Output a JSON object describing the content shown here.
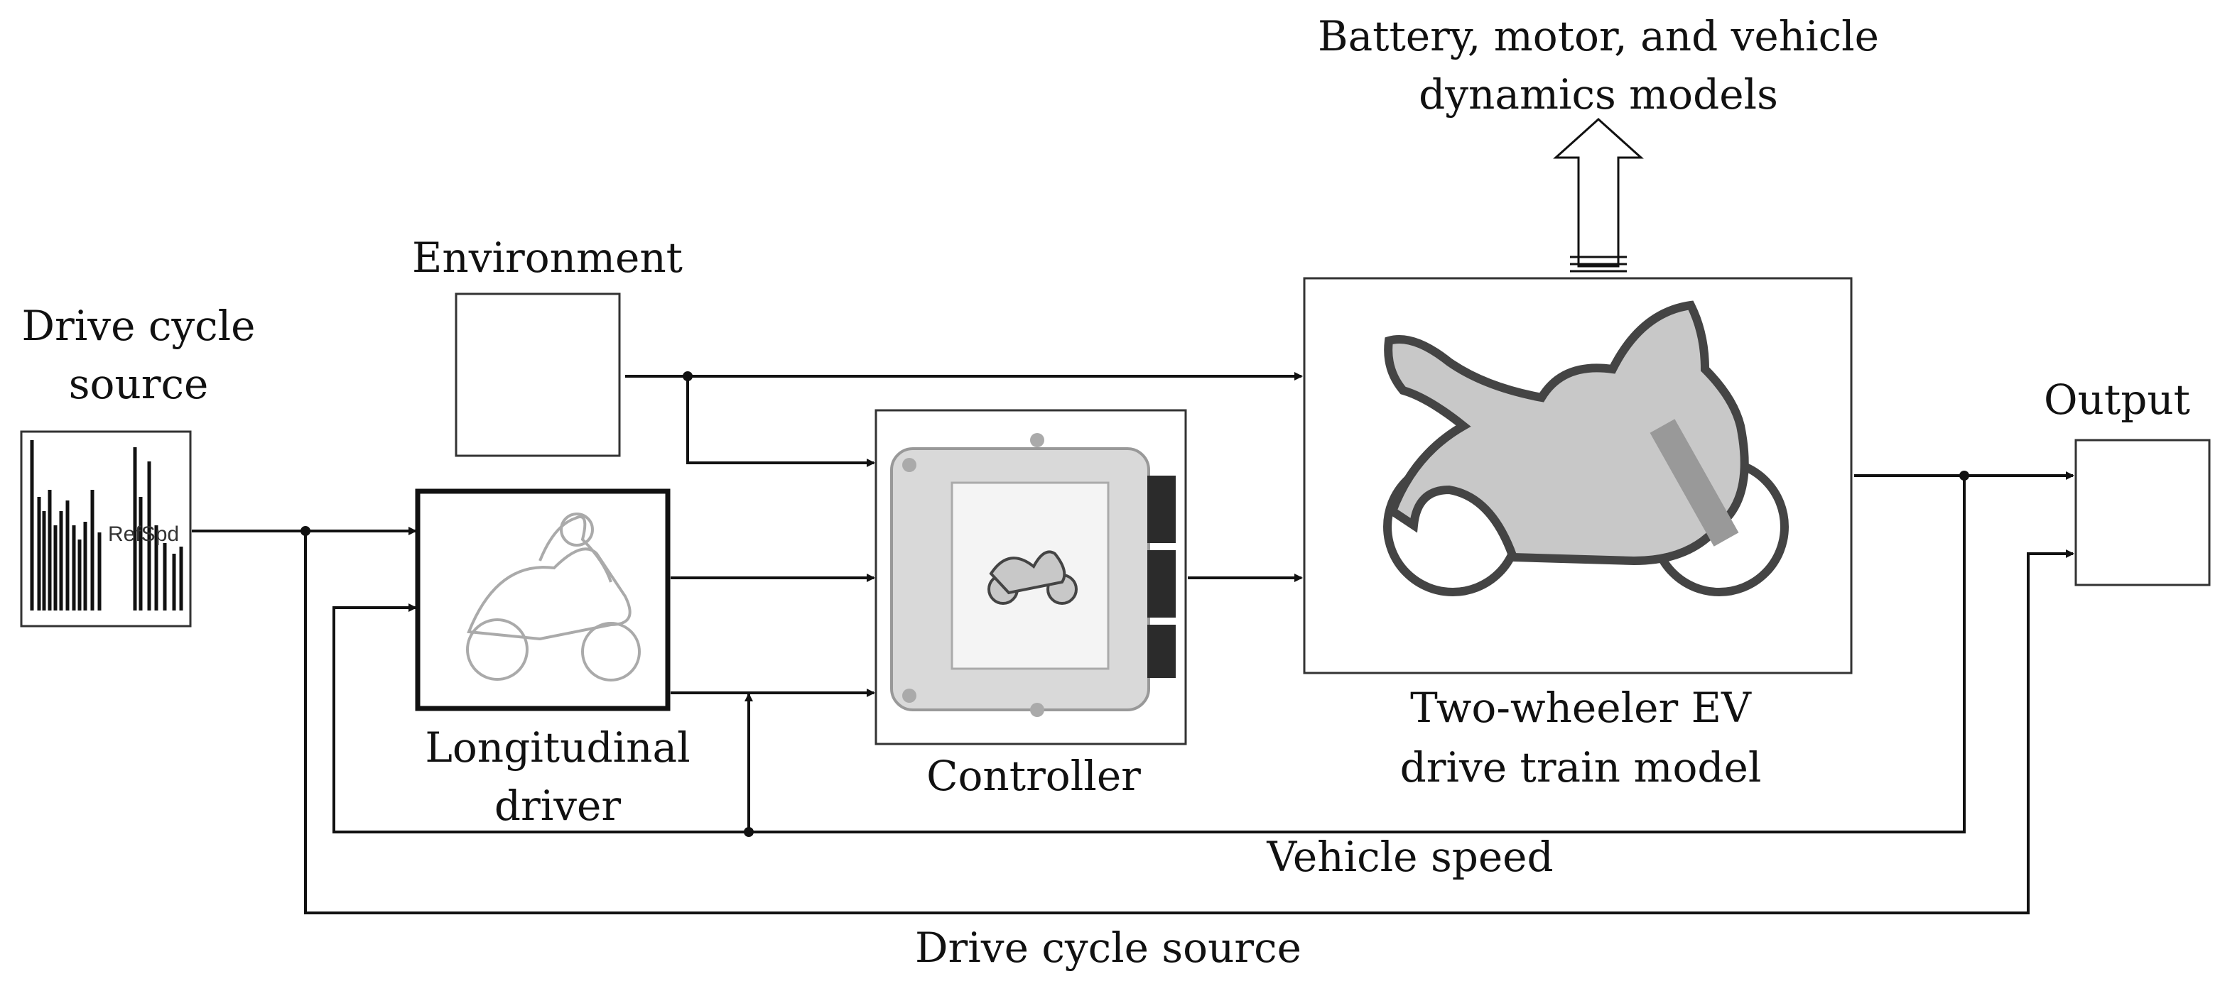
{
  "labels": {
    "drive_cycle_block_1": "Drive cycle",
    "drive_cycle_block_2": "source",
    "ref_spd_port": "RefSpd",
    "environment": "Environment",
    "longitudinal_driver_1": "Longitudinal",
    "longitudinal_driver_2": "driver",
    "controller": "Controller",
    "two_wheeler_1": "Two-wheeler EV",
    "two_wheeler_2": "drive train model",
    "output": "Output",
    "battery_1": "Battery, motor, and vehicle",
    "battery_2": "dynamics models",
    "vehicle_speed": "Vehicle speed",
    "drive_cycle_feedback": "Drive cycle source"
  },
  "icons": {
    "drive_cycle_block": "drive-cycle-signal-icon",
    "longitudinal_driver": "rider-sketch-icon",
    "controller": "ecu-motorcycle-icon",
    "two_wheeler": "motorcycle-icon",
    "subsystem_arrow": "hollow-up-arrow-icon"
  },
  "colors": {
    "line": "#111111",
    "motorcycle_fill": "#c8c8c8",
    "ecu_body": "#d9d9d9",
    "ecu_connector": "#2b2b2b"
  }
}
